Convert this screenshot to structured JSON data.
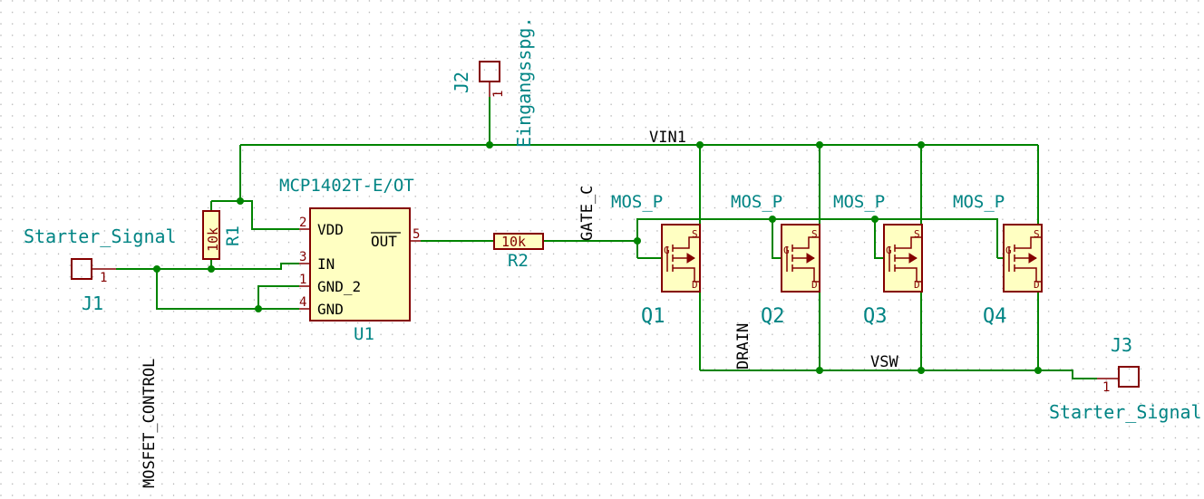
{
  "j1": {
    "ref": "J1",
    "value": "Starter_Signal",
    "pin": "1"
  },
  "j2": {
    "ref": "J2",
    "value": "Eingangsspg.",
    "pin": "1"
  },
  "j3": {
    "ref": "J3",
    "value": "Starter_Signal",
    "pin": "1"
  },
  "r1": {
    "ref": "R1",
    "value": "10k"
  },
  "r2": {
    "ref": "R2",
    "value": "10k"
  },
  "u1": {
    "ref": "U1",
    "value": "MCP1402T-E/OT",
    "pins": [
      {
        "num": "2",
        "name": "VDD"
      },
      {
        "num": "3",
        "name": "IN"
      },
      {
        "num": "1",
        "name": "GND_2"
      },
      {
        "num": "4",
        "name": "GND"
      },
      {
        "num": "5",
        "name": "OUT"
      }
    ]
  },
  "mosfets": [
    {
      "ref": "Q1",
      "value": "MOS_P"
    },
    {
      "ref": "Q2",
      "value": "MOS_P"
    },
    {
      "ref": "Q3",
      "value": "MOS_P"
    },
    {
      "ref": "Q4",
      "value": "MOS_P"
    }
  ],
  "pin_letters": {
    "g": "G",
    "s": "S",
    "d": "D"
  },
  "nets": {
    "vin": "VIN1",
    "gate": "GATE_C",
    "drain": "DRAIN",
    "vsw": "VSW",
    "control": "MOSFET_CONTROL"
  },
  "colors": {
    "wire": "#008400",
    "component": "#840000",
    "fill": "#ffffc2",
    "label": "#008484",
    "net": "#000000"
  }
}
